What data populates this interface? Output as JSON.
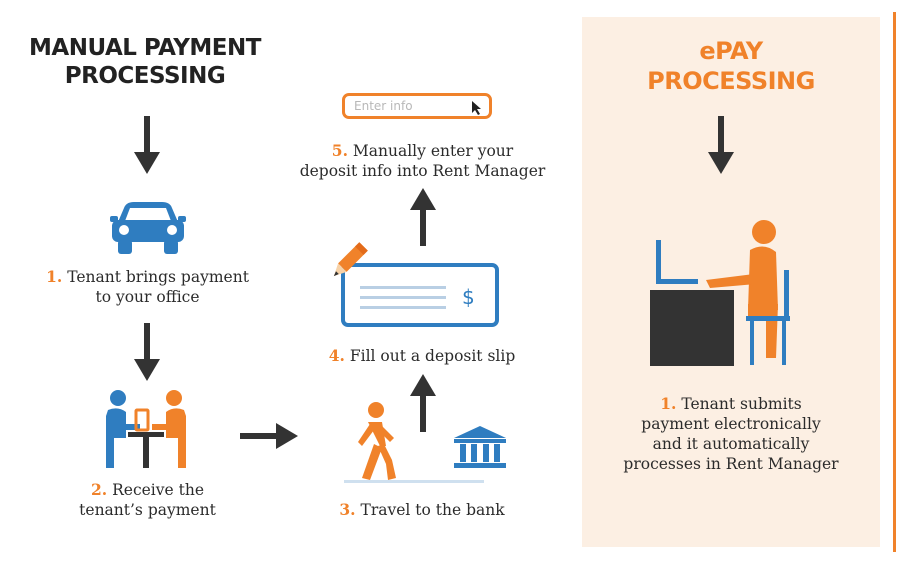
{
  "left_title": {
    "line1": "MANUAL PAYMENT",
    "line2": "PROCESSING"
  },
  "right_title": {
    "line1": "ePAY",
    "line2": "PROCESSING"
  },
  "steps": [
    {
      "num": "1.",
      "line1": "Tenant brings payment",
      "line2": "to your office"
    },
    {
      "num": "2.",
      "line1": "Receive the",
      "line2": "tenant’s payment"
    },
    {
      "num": "3.",
      "line1": "Travel to the bank"
    },
    {
      "num": "4.",
      "line1": "Fill out a deposit slip"
    },
    {
      "num": "5.",
      "line1": "Manually enter your",
      "line2": "deposit info into Rent Manager"
    }
  ],
  "epay_step": {
    "num": "1.",
    "line1": "Tenant submits",
    "line2": "payment electronically",
    "line3": "and it automatically",
    "line4": "processes in Rent Manager"
  },
  "input_placeholder": "Enter info",
  "icons": [
    "car-icon",
    "meeting-icon",
    "walking-person-icon",
    "bank-icon",
    "deposit-slip-icon",
    "pencil-icon",
    "cursor-icon",
    "computer-user-icon"
  ],
  "colors": {
    "accent": "#f0822a",
    "blue": "#2f7dc0",
    "dark": "#333333",
    "panel": "#fcefe3"
  }
}
